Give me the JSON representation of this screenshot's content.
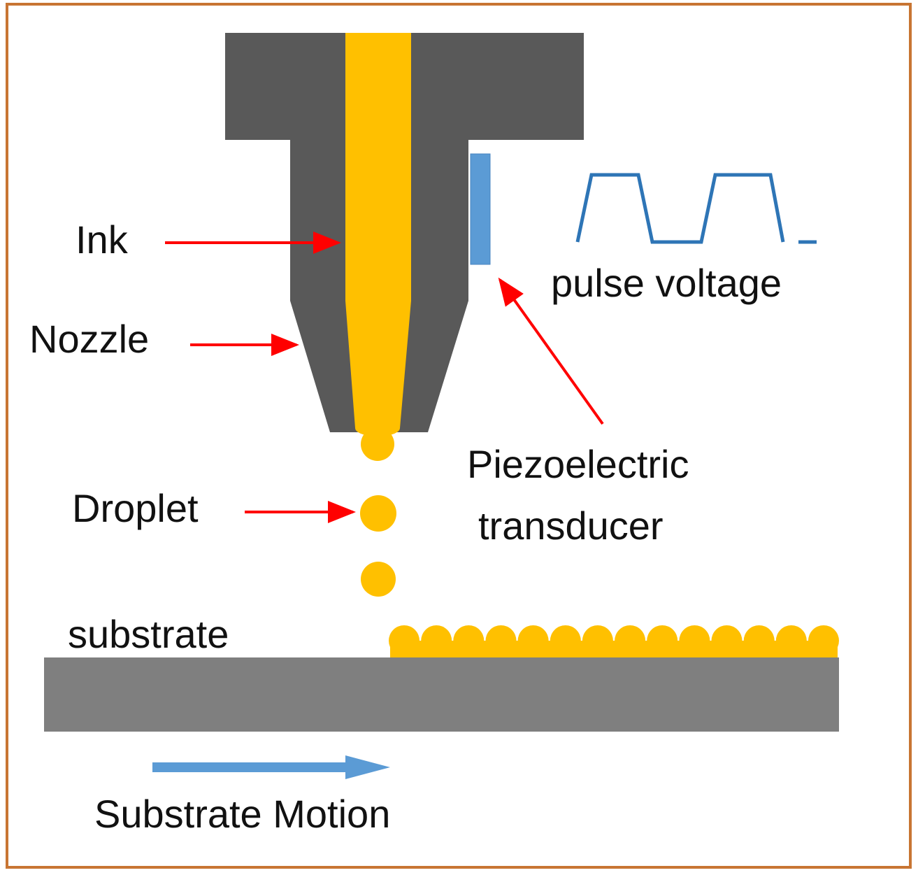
{
  "labels": {
    "ink": "Ink",
    "nozzle": "Nozzle",
    "droplet": "Droplet",
    "piezo_line1": "Piezoelectric",
    "piezo_line2": "transducer",
    "pulse_voltage": "pulse voltage",
    "substrate": "substrate",
    "substrate_motion": "Substrate Motion"
  },
  "colors": {
    "frame": "#C87533",
    "nozzle_body": "#595959",
    "ink": "#FFC000",
    "piezo": "#5B9BD5",
    "pulse_wave": "#2E75B6",
    "arrow_red": "#FF0000",
    "substrate": "#7F7F7F",
    "motion_arrow": "#5B9BD5"
  },
  "deposited_droplet_count": 14
}
